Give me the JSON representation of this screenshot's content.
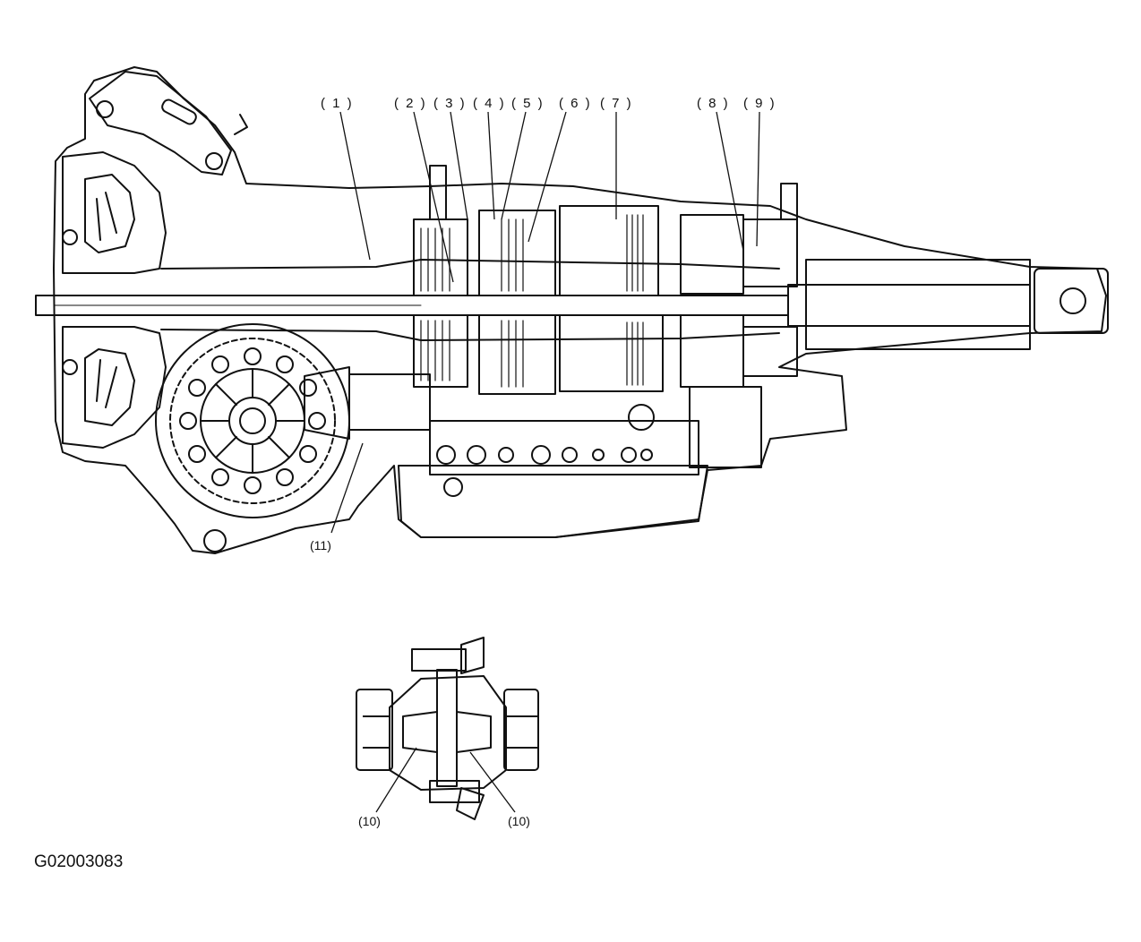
{
  "figure_id": "G02003083",
  "callouts": [
    {
      "id": "1",
      "label": "( 1 )"
    },
    {
      "id": "2",
      "label": "( 2 )"
    },
    {
      "id": "3",
      "label": "( 3 )"
    },
    {
      "id": "4",
      "label": "( 4 )"
    },
    {
      "id": "5",
      "label": "( 5 )"
    },
    {
      "id": "6",
      "label": "( 6 )"
    },
    {
      "id": "7",
      "label": "( 7 )"
    },
    {
      "id": "8",
      "label": "( 8 )"
    },
    {
      "id": "9",
      "label": "( 9 )"
    },
    {
      "id": "10a",
      "label": "(10)"
    },
    {
      "id": "10b",
      "label": "(10)"
    },
    {
      "id": "11",
      "label": "(11)"
    }
  ]
}
